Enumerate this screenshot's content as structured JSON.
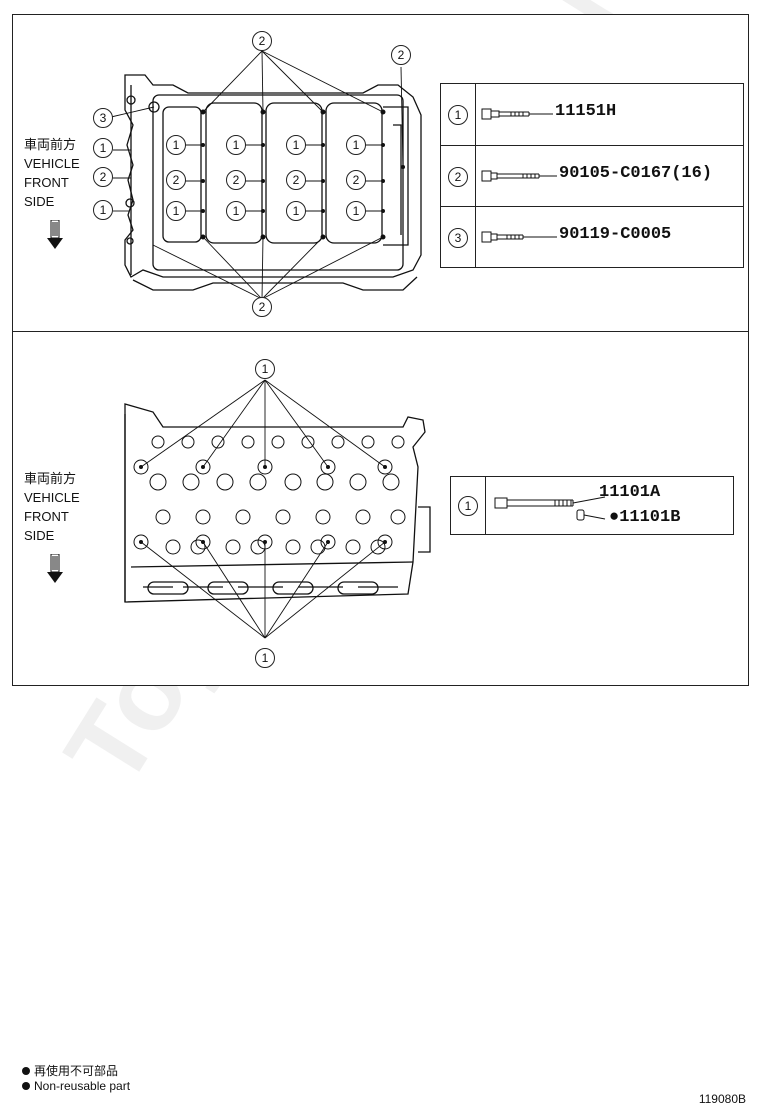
{
  "watermark": "ToyotaCarMine.ru",
  "top_panel": {
    "side_label": [
      "車両前方",
      "VEHICLE",
      "FRONT",
      "SIDE"
    ],
    "callouts": {
      "c1": "1",
      "c2": "2",
      "c3": "3"
    },
    "parts": [
      {
        "key": "1",
        "part_no": "11151H"
      },
      {
        "key": "2",
        "part_no": "90105-C0167(16)"
      },
      {
        "key": "3",
        "part_no": "90119-C0005"
      }
    ]
  },
  "bottom_panel": {
    "side_label": [
      "車両前方",
      "VEHICLE",
      "FRONT",
      "SIDE"
    ],
    "callout": "1",
    "parts": [
      {
        "key": "1",
        "part_no_a": "11101A",
        "part_no_b": "●11101B"
      }
    ]
  },
  "legend": {
    "line1": "再使用不可部品",
    "line2": "Non-reusable part"
  },
  "figure_code": "119080B"
}
